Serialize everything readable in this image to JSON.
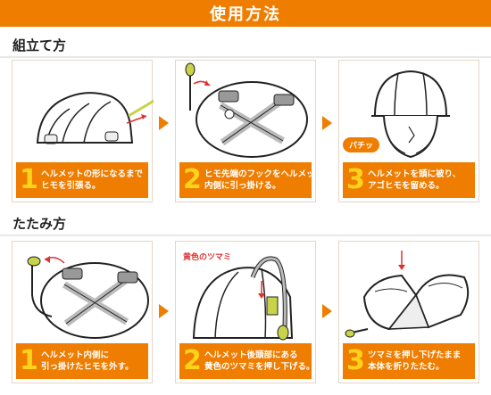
{
  "header": {
    "title": "使用方法"
  },
  "assembly": {
    "title": "組立て方",
    "steps": [
      {
        "num": "1",
        "text_line1": "ヘルメットの形になるまで",
        "text_line2": "ヒモを引張る。"
      },
      {
        "num": "2",
        "text_line1": "ヒモ先端のフックをヘルメット",
        "text_line2": "内側に引っ掛ける。"
      },
      {
        "num": "3",
        "text_line1": "ヘルメットを頭に被り、",
        "text_line2": "アゴヒモを留める。"
      }
    ],
    "callout_snap": "パチッ"
  },
  "folding": {
    "title": "たたみ方",
    "steps": [
      {
        "num": "1",
        "text_line1": "ヘルメット内側に",
        "text_line2": "引っ掛けたヒモを外す。"
      },
      {
        "num": "2",
        "text_line1": "ヘルメット後頭部にある",
        "text_line2": "黄色のツマミを押し下げる。"
      },
      {
        "num": "3",
        "text_line1": "ツマミを押し下げたまま",
        "text_line2": "本体を折りたたむ。"
      }
    ],
    "callout_knob": "黄色のツマミ"
  },
  "colors": {
    "accent": "#ee7d00",
    "number": "#ffd31a",
    "red_arrow": "#e03030",
    "cord": "#c8d34a"
  }
}
